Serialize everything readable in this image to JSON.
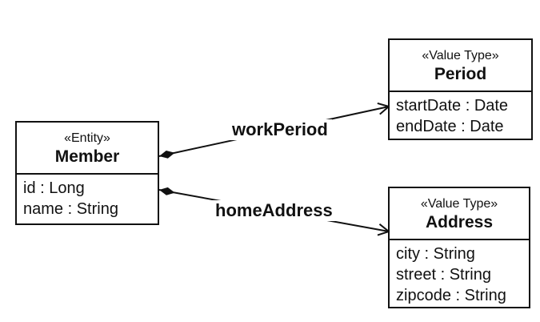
{
  "diagram": {
    "type": "uml-class-diagram",
    "colors": {
      "line": "#111111",
      "background": "#ffffff",
      "box_fill": "#ffffff"
    },
    "classes": [
      {
        "stereotype": "«Entity»",
        "name": "Member",
        "attributes": [
          "id : Long",
          "name : String"
        ]
      },
      {
        "stereotype": "«Value Type»",
        "name": "Period",
        "attributes": [
          "startDate : Date",
          "endDate : Date"
        ]
      },
      {
        "stereotype": "«Value Type»",
        "name": "Address",
        "attributes": [
          "city : String",
          "street : String",
          "zipcode : String"
        ]
      }
    ],
    "associations": [
      {
        "label": "workPeriod",
        "source": "Member",
        "target": "Period",
        "source_end": "filled-diamond",
        "target_end": "open-arrow"
      },
      {
        "label": "homeAddress",
        "source": "Member",
        "target": "Address",
        "source_end": "filled-diamond",
        "target_end": "open-arrow"
      }
    ]
  }
}
